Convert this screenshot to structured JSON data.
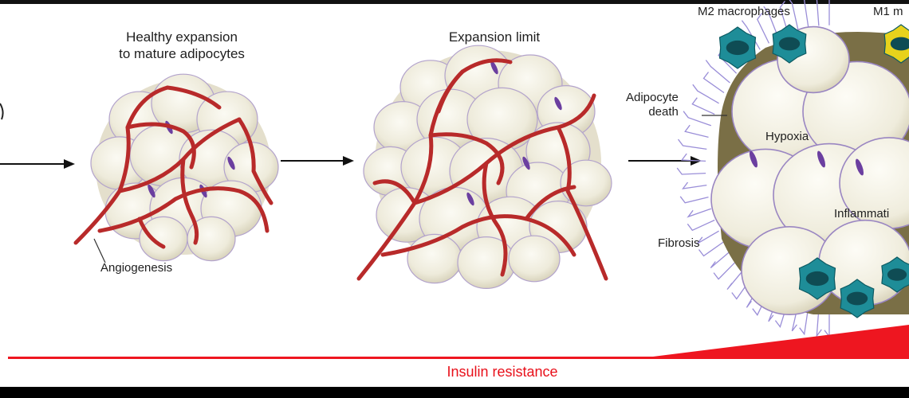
{
  "stages": {
    "healthy": {
      "title_line1": "Healthy expansion",
      "title_line2": "to mature adipocytes",
      "annotation": "Angiogenesis"
    },
    "limit": {
      "title": "Expansion limit"
    },
    "pathologic": {
      "m2": "M2 macrophages",
      "m1": "M1 m",
      "death_line1": "Adipocyte",
      "death_line2": "death",
      "fibrosis": "Fibrosis",
      "hypoxia": "Hypoxia",
      "inflammation": "Inflammati"
    }
  },
  "bottom": {
    "label": "Insulin resistance"
  },
  "colors": {
    "vessel": "#b82a2a",
    "cell_fill": "#f3f0e3",
    "cell_stroke": "#b3a3cc",
    "nucleus": "#6b3fa0",
    "macrophage": "#1e8d98",
    "m1_macrophage": "#e8d21c",
    "fibrosis": "#9a8ed8",
    "insulin_red": "#ee1620",
    "arrow": "#111111"
  }
}
